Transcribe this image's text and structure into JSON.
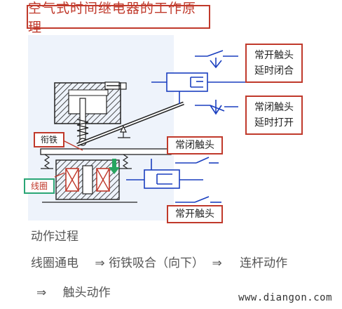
{
  "title": "空气式时间继电器的工作原理",
  "labels": {
    "no_delay_close": [
      "常开触头",
      "延时闭合"
    ],
    "nc_delay_open": [
      "常闭触头",
      "延时打开"
    ],
    "nc_contact": "常闭触头",
    "no_contact": "常开触头",
    "armature": "衔铁",
    "coil": "线圈"
  },
  "process": {
    "heading": "动作过程",
    "step1": "线圈通电",
    "arrow1": "⇒",
    "step2": "衔铁吸合（向下）",
    "arrow2": "⇒",
    "step3": "连杆动作",
    "arrow3": "⇒",
    "step4": "触头动作"
  },
  "watermark": "www.diangon.com",
  "colors": {
    "title_border": "#c0392b",
    "contact_lines": "#1a3fbf",
    "green_arrow": "#27a560",
    "panel_bg": "#eef3fb"
  }
}
